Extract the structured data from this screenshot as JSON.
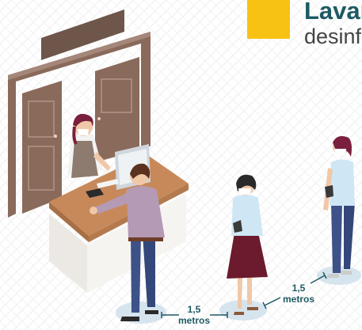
{
  "headline": {
    "line1": "Lavar",
    "line2": "desinf"
  },
  "distance_markers": [
    {
      "value": "1,5",
      "unit": "metros"
    },
    {
      "value": "1,5",
      "unit": "metros"
    }
  ],
  "colors": {
    "accent_yellow": "#f8c214",
    "headline_teal": "#1e5a63",
    "door_brown": "#8a6a5a",
    "counter_wood": "#c8895a",
    "floor_circle": "#d6e4ee"
  }
}
